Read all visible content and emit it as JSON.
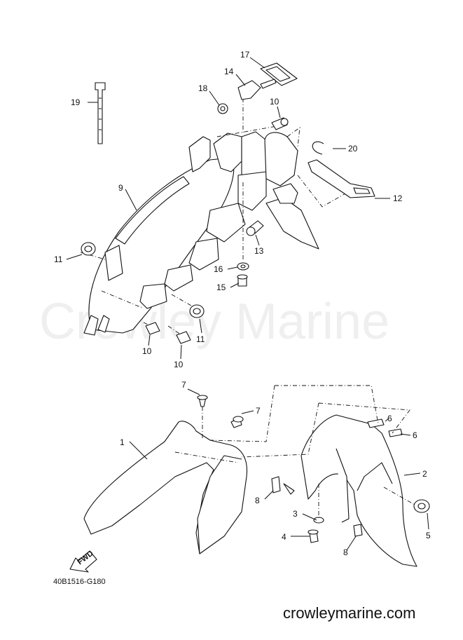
{
  "watermark": "Crowley Marine",
  "diagram_code": "40B1516-G180",
  "site": "crowleymarine.com",
  "fwd_label": "FWD",
  "callouts": {
    "c1": "1",
    "c2": "2",
    "c3": "3",
    "c4": "4",
    "c5": "5",
    "c6a": "6",
    "c6b": "6",
    "c7a": "7",
    "c7b": "7",
    "c8a": "8",
    "c8b": "8",
    "c9": "9",
    "c10a": "10",
    "c10b": "10",
    "c10c": "10",
    "c11a": "11",
    "c11b": "11",
    "c12": "12",
    "c13": "13",
    "c14": "14",
    "c15": "15",
    "c16": "16",
    "c17": "17",
    "c18": "18",
    "c19": "19",
    "c20": "20"
  }
}
